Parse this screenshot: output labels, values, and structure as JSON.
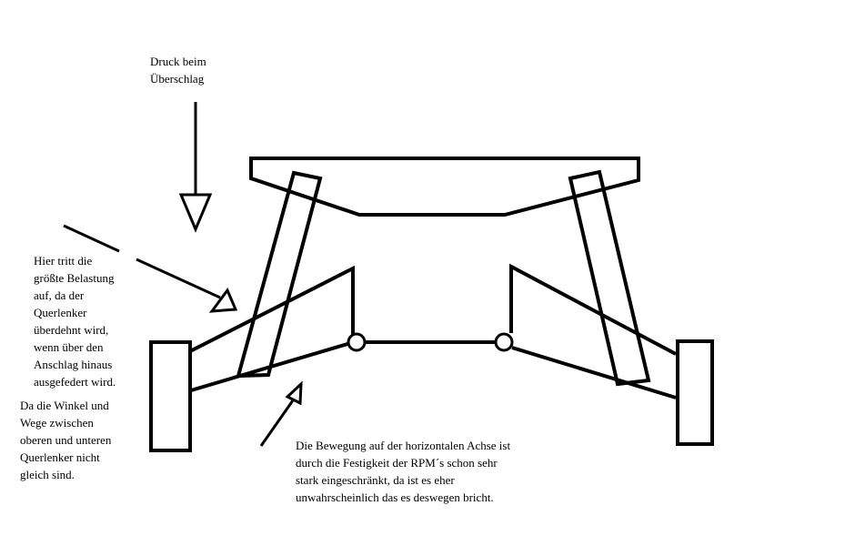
{
  "labels": {
    "pressure": "Druck beim\nÜberschlag",
    "max_stress": "Hier tritt die\ngrößte Belastung\nauf, da der\nQuerlenker\nüberdehnt wird,\nwenn über den\nAnschlag hinaus\nausgefedert wird.",
    "angles": "Da die Winkel und\nWege zwischen\noberen und unteren\nQuerlenker nicht\ngleich sind.",
    "horizontal_motion": "Die Bewegung auf der horizontalen Achse ist\ndurch die Festigkeit der RPM´s schon sehr\nstark eingeschränkt, da ist es eher\nunwahrscheinlich das es deswegen bricht."
  },
  "colors": {
    "ink": "#000000",
    "background": "#ffffff"
  }
}
